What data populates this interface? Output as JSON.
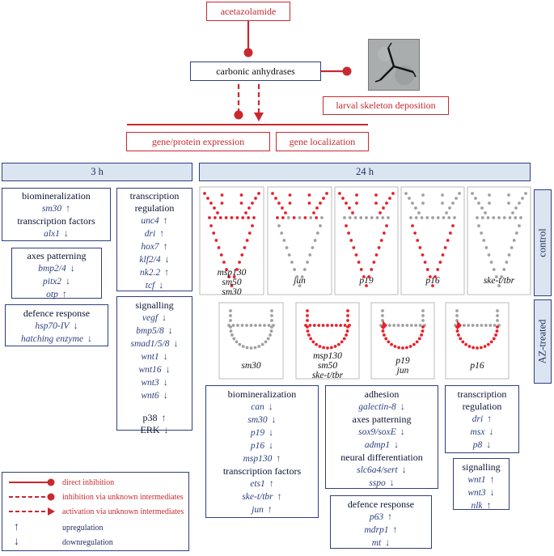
{
  "colors": {
    "inhibition": "#c9282f",
    "box_border": "#2e3f7d",
    "header_fill": "#dbe5f1",
    "dot_red": "#e8202a",
    "dot_grey": "#a0a0a0"
  },
  "top": {
    "drug": "acetazolamide",
    "enzyme": "carbonic anhydrases",
    "skeleton": "larval skeleton deposition",
    "expression": "gene/protein expression",
    "localization": "gene localization"
  },
  "headers": {
    "h3": "3 h",
    "h24": "24 h",
    "control": "control",
    "az": "AZ-treated"
  },
  "boxes3h": {
    "biomin": {
      "title": "biomineralization",
      "genes": [
        [
          "sm30",
          "↑"
        ]
      ],
      "title2": "transcription factors",
      "genes2": [
        [
          "alx1",
          "↓"
        ]
      ]
    },
    "axes": {
      "title": "axes patterning",
      "genes": [
        [
          "bmp2/4",
          "↓"
        ],
        [
          "pitx2",
          "↓"
        ],
        [
          "otp",
          "↑"
        ]
      ]
    },
    "defence": {
      "title": "defence response",
      "genes": [
        [
          "hsp70-IV",
          "↓"
        ],
        [
          "hatching enzyme",
          "↓"
        ]
      ]
    },
    "txreg": {
      "title": "transcription regulation",
      "genes": [
        [
          "unc4",
          "↑"
        ],
        [
          "dri",
          "↑"
        ],
        [
          "hox7",
          "↑"
        ],
        [
          "klf2/4",
          "↓"
        ],
        [
          "nk2.2",
          "↑"
        ],
        [
          "tcf",
          "↓"
        ]
      ]
    },
    "signal": {
      "title": "signalling",
      "genes": [
        [
          "vegf",
          "↓"
        ],
        [
          "bmp5/8",
          "↓"
        ],
        [
          "smad1/5/8",
          "↓"
        ],
        [
          "wnt1",
          "↓"
        ],
        [
          "wnt16",
          "↓"
        ],
        [
          "wnt3",
          "↓"
        ],
        [
          "wnt6",
          "↓"
        ]
      ],
      "plain": [
        [
          "p38",
          "↑"
        ],
        [
          "ERK",
          "↓"
        ]
      ]
    }
  },
  "control_panels": [
    {
      "labels": [
        "msp130",
        "sm50",
        "sm30"
      ]
    },
    {
      "labels": [
        "jun"
      ]
    },
    {
      "labels": [
        "p19"
      ]
    },
    {
      "labels": [
        "p16"
      ]
    },
    {
      "labels": [
        "ske-t/tbr"
      ]
    }
  ],
  "az_panels": [
    {
      "labels": [
        "sm30"
      ]
    },
    {
      "labels": [
        "msp130",
        "sm50",
        "ske-t/tbr"
      ]
    },
    {
      "labels": [
        "p19",
        "jun"
      ]
    },
    {
      "labels": [
        "p16"
      ]
    }
  ],
  "boxes24h": {
    "biomin": {
      "title": "biomineralization",
      "genes": [
        [
          "can",
          "↓"
        ],
        [
          "sm30",
          "↓"
        ],
        [
          "p19",
          "↓"
        ],
        [
          "p16",
          "↓"
        ],
        [
          "msp130",
          "↑"
        ]
      ],
      "title2": "transcription factors",
      "genes2": [
        [
          "ets1",
          "↑"
        ],
        [
          "ske-t/tbr",
          "↑"
        ],
        [
          "jun",
          "↑"
        ]
      ]
    },
    "adhesion": {
      "title": "adhesion",
      "genes": [
        [
          "galectin-8",
          "↓"
        ]
      ],
      "title2": "axes patterning",
      "genes2": [
        [
          "sox9/soxE",
          "↓"
        ],
        [
          "admp1",
          "↓"
        ]
      ],
      "title3": "neural differentiation",
      "genes3": [
        [
          "slc6a4/sert",
          "↓"
        ],
        [
          "sspo",
          "↓"
        ]
      ]
    },
    "defence": {
      "title": "defence response",
      "genes": [
        [
          "p63",
          "↑"
        ],
        [
          "mdrp1",
          "↑"
        ],
        [
          "mt",
          "↓"
        ]
      ]
    },
    "txreg": {
      "title": "transcription regulation",
      "genes": [
        [
          "dri",
          "↑"
        ],
        [
          "msx",
          "↓"
        ],
        [
          "p8",
          "↓"
        ]
      ]
    },
    "signal": {
      "title": "signalling",
      "genes": [
        [
          "wnt1",
          "↑"
        ],
        [
          "wnt3",
          "↓"
        ],
        [
          "nlk",
          "↑"
        ]
      ]
    }
  },
  "legend": [
    {
      "icon": "direct-inhibition-icon",
      "label": "direct inhibition"
    },
    {
      "icon": "indirect-inhibition-icon",
      "label": "inhibition via unknown intermediates"
    },
    {
      "icon": "indirect-activation-icon",
      "label": "activation via unknown intermediates"
    },
    {
      "icon": "up-arrow-icon",
      "label": "upregulation"
    },
    {
      "icon": "down-arrow-icon",
      "label": "downregulation"
    }
  ]
}
